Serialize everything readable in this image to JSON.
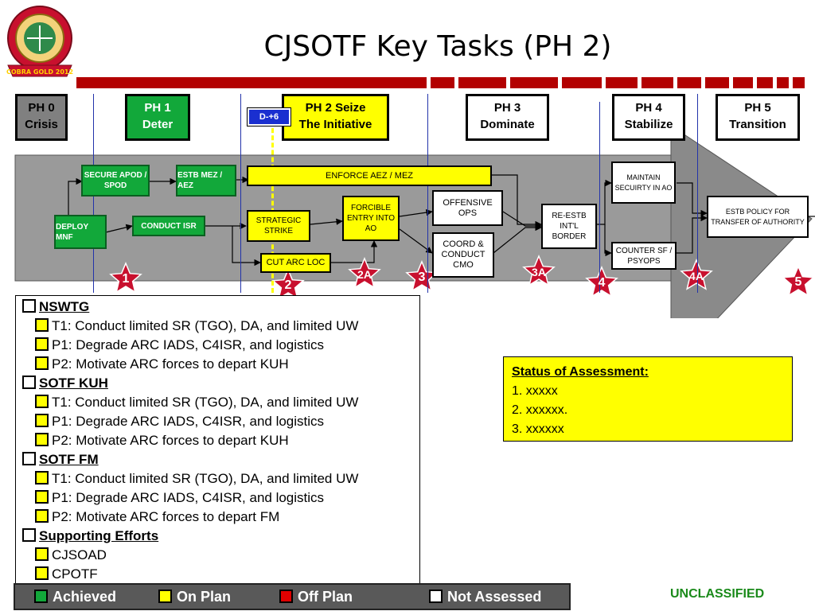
{
  "title": "CJSOTF Key Tasks (PH 2)",
  "logo": {
    "text": "COBRA GOLD 2012"
  },
  "phases": [
    {
      "line1": "PH 0",
      "line2": "Crisis",
      "color": "#808080"
    },
    {
      "line1": "PH 1",
      "line2": "Deter",
      "color": "#12a83a"
    },
    {
      "line1": "PH 2 Seize",
      "line2": "The Initiative",
      "color": "#ffff00"
    },
    {
      "line1": "PH 3",
      "line2": "Dominate",
      "color": "#ffffff"
    },
    {
      "line1": "PH 4",
      "line2": "Stabilize",
      "color": "#ffffff"
    },
    {
      "line1": "PH 5",
      "line2": "Transition",
      "color": "#ffffff"
    }
  ],
  "dday_label": "D-+6",
  "tasks": {
    "secure_apod": "SECURE APOD / SPOD",
    "estb_mez": "ESTB MEZ / AEZ",
    "enforce_aez": "ENFORCE AEZ / MEZ",
    "deploy_mnf": "DEPLOY MNF",
    "conduct_isr": "CONDUCT ISR",
    "strategic_strike": "STRATEGIC STRIKE",
    "forcible_entry": "FORCIBLE ENTRY INTO AO",
    "cut_arc_loc": "CUT ARC LOC",
    "offensive_ops": "OFFENSIVE OPS",
    "coord_conduct_cmo": "COORD & CONDUCT CMO",
    "re_estb_border": "RE-ESTB INT'L BORDER",
    "maintain_security": "MAINTAIN SECUIRTY IN AO",
    "counter_sf": "COUNTER SF / PSYOPS",
    "estb_policy": "ESTB POLICY FOR TRANSFER OF AUTHORITY"
  },
  "markers": [
    "1",
    "2",
    "2A",
    "3",
    "3A",
    "4",
    "4A",
    "5"
  ],
  "task_list": [
    {
      "text": "NSWTG",
      "head": true
    },
    {
      "text": "T1: Conduct limited SR (TGO), DA, and limited UW",
      "head": false
    },
    {
      "text": "P1: Degrade ARC IADS, C4ISR, and logistics",
      "head": false
    },
    {
      "text": "P2: Motivate ARC forces to depart KUH",
      "head": false
    },
    {
      "text": "SOTF KUH",
      "head": true
    },
    {
      "text": "T1: Conduct limited SR (TGO), DA, and limited UW",
      "head": false
    },
    {
      "text": "P1: Degrade ARC IADS, C4ISR, and logistics",
      "head": false
    },
    {
      "text": "P2: Motivate ARC forces to depart KUH",
      "head": false
    },
    {
      "text": "SOTF FM",
      "head": true
    },
    {
      "text": "T1: Conduct limited SR (TGO), DA, and limited UW",
      "head": false
    },
    {
      "text": "P1: Degrade ARC IADS, C4ISR, and logistics",
      "head": false
    },
    {
      "text": "P2: Motivate ARC forces to depart FM",
      "head": false
    },
    {
      "text": "Supporting Efforts",
      "head": true
    },
    {
      "text": "CJSOAD",
      "head": false
    },
    {
      "text": "CPOTF",
      "head": false
    }
  ],
  "status_assessment": {
    "title": "Status of Assessment:",
    "items": [
      "1. xxxxx",
      "2. xxxxxx.",
      "3. xxxxxx"
    ]
  },
  "legend": [
    {
      "label": "Achieved",
      "color": "#12a83a"
    },
    {
      "label": "On Plan",
      "color": "#ffff00"
    },
    {
      "label": "Off Plan",
      "color": "#e00000"
    },
    {
      "label": "Not Assessed",
      "color": "#ffffff"
    }
  ],
  "classification": "UNCLASSIFIED"
}
